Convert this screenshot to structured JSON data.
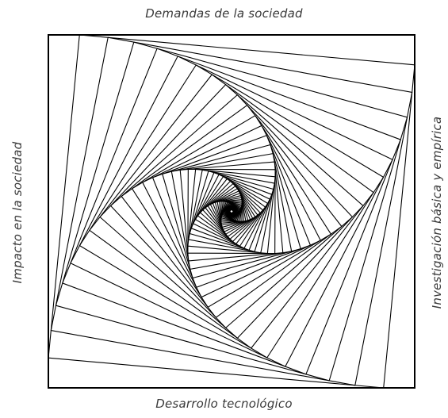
{
  "labels": {
    "top": "Demandas de la sociedad",
    "right": "Investigación básica y empírica",
    "bottom": "Desarrollo tecnológico",
    "left": "Impacto en la sociedad"
  },
  "style": {
    "line_color": "#000000",
    "text_color": "#3a3a3a"
  }
}
